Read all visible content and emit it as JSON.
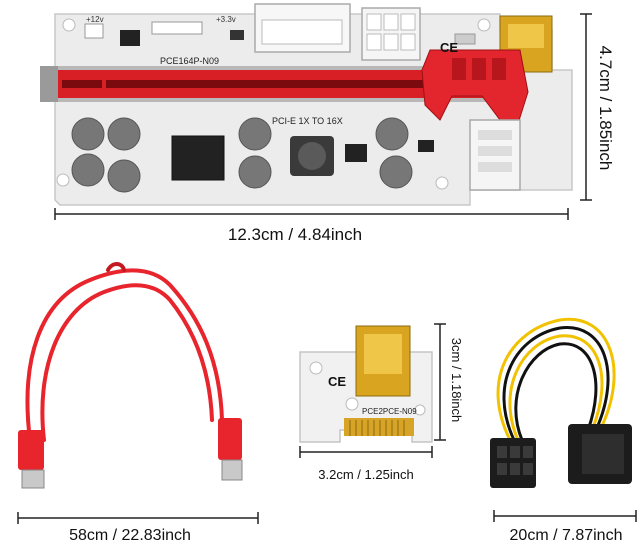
{
  "riser_board": {
    "model_label": "PCE164P-N09",
    "slot_label": "PCI-E 1X TO 16X",
    "v12_label": "+12v",
    "v33_label": "+3.3v",
    "ce_mark": "CE",
    "width_label": "12.3cm / 4.84inch",
    "height_label": "4.7cm / 1.85inch"
  },
  "usb_cable": {
    "length_label": "58cm / 22.83inch"
  },
  "adapter_card": {
    "model_label": "PCE2PCE-N09",
    "ce_mark": "CE",
    "width_label": "3.2cm / 1.25inch",
    "height_label": "3cm / 1.18inch"
  },
  "power_cable": {
    "length_label": "20cm / 7.87inch"
  },
  "colors": {
    "board": "#ececec",
    "slot_red": "#d81f26",
    "usb_gold": "#d9a521",
    "cable_red": "#e8242c",
    "wire_yellow": "#f2c200"
  }
}
